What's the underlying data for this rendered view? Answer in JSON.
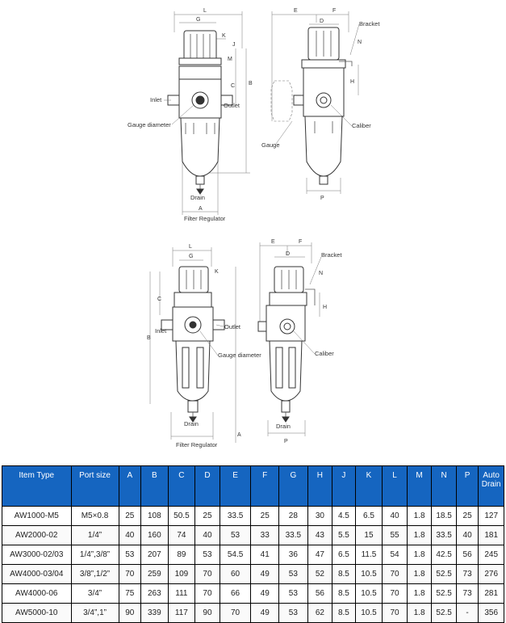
{
  "drawing_top": {
    "left_view": {
      "dims": [
        "L",
        "G",
        "K",
        "J",
        "M",
        "C",
        "B",
        "A"
      ],
      "labels": {
        "inlet": "Inlet",
        "outlet": "Outlet",
        "gauge_diameter": "Gauge diameter",
        "drain": "Drain",
        "caption": "Filter Regulator"
      }
    },
    "right_view": {
      "dims": [
        "E",
        "F",
        "D",
        "N",
        "H",
        "P"
      ],
      "labels": {
        "bracket": "Bracket",
        "gauge": "Gauge",
        "caliber": "Caliber"
      }
    }
  },
  "drawing_bottom": {
    "left_view": {
      "dims": [
        "L",
        "G",
        "K",
        "C",
        "B",
        "A"
      ],
      "labels": {
        "inlet": "Inlet",
        "outlet": "Outlet",
        "gauge_diameter": "Gauge diameter",
        "drain": "Drain",
        "caption": "Filter Regulator"
      }
    },
    "right_view": {
      "dims": [
        "E",
        "F",
        "D",
        "N",
        "H",
        "P"
      ],
      "labels": {
        "bracket": "Bracket",
        "caliber": "Caliber",
        "drain": "Drain"
      }
    }
  },
  "table": {
    "headers": [
      "Item Type",
      "Port size",
      "A",
      "B",
      "C",
      "D",
      "E",
      "F",
      "G",
      "H",
      "J",
      "K",
      "L",
      "M",
      "N",
      "P",
      "Auto Drain"
    ],
    "rows": [
      [
        "AW1000-M5",
        "M5×0.8",
        "25",
        "108",
        "50.5",
        "25",
        "33.5",
        "25",
        "28",
        "30",
        "4.5",
        "6.5",
        "40",
        "1.8",
        "18.5",
        "25",
        "127"
      ],
      [
        "AW2000-02",
        "1/4”",
        "40",
        "160",
        "74",
        "40",
        "53",
        "33",
        "33.5",
        "43",
        "5.5",
        "15",
        "55",
        "1.8",
        "33.5",
        "40",
        "181"
      ],
      [
        "AW3000-02/03",
        "1/4”,3/8”",
        "53",
        "207",
        "89",
        "53",
        "54.5",
        "41",
        "36",
        "47",
        "6.5",
        "11.5",
        "54",
        "1.8",
        "42.5",
        "56",
        "245"
      ],
      [
        "AW4000-03/04",
        "3/8”,1/2”",
        "70",
        "259",
        "109",
        "70",
        "60",
        "49",
        "53",
        "52",
        "8.5",
        "10.5",
        "70",
        "1.8",
        "52.5",
        "73",
        "276"
      ],
      [
        "AW4000-06",
        "3/4”",
        "75",
        "263",
        "111",
        "70",
        "66",
        "49",
        "53",
        "56",
        "8.5",
        "10.5",
        "70",
        "1.8",
        "52.5",
        "73",
        "281"
      ],
      [
        "AW5000-10",
        "3/4”,1”",
        "90",
        "339",
        "117",
        "90",
        "70",
        "49",
        "53",
        "62",
        "8.5",
        "10.5",
        "70",
        "1.8",
        "52.5",
        "-",
        "356"
      ]
    ]
  }
}
